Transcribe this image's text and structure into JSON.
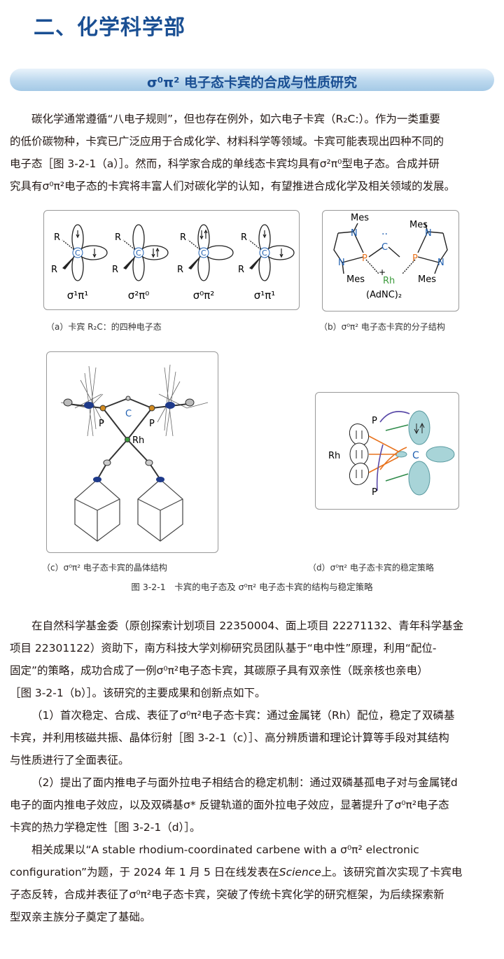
{
  "section": {
    "title": "二、化学科学部"
  },
  "banner": {
    "title": "σ⁰π² 电子态卡宾的合成与性质研究"
  },
  "intro": {
    "line1": "碳化学通常遵循“八电子规则”，但也存在例外，如六电子卡宾（R₂C:）。作为一类重要",
    "line2": "的低价碳物种，卡宾已广泛应用于合成化学、材料科学等领域。卡宾可能表现出四种不同的",
    "line3": "电子态［图 3-2-1（a）］。然而，科学家合成的单线态卡宾均具有σ²π⁰型电子态。合成并研",
    "line4": "究具有σ⁰π²电子态的卡宾将丰富人们对碳化学的认知，有望推进合成化学及相关领域的发展。"
  },
  "figure": {
    "panel_a": {
      "states": [
        "σ¹π¹",
        "σ²π⁰",
        "σ⁰π²",
        "σ¹π¹"
      ],
      "atom_r": "R",
      "atom_c": "C",
      "caption": "（a）卡宾 R₂C：的四种电子态"
    },
    "panel_b": {
      "mes": "Mes",
      "n": "N",
      "p": "P",
      "c": "C",
      "rh": "Rh",
      "plus": "+",
      "lone_pair": "··",
      "ligand": "(AdNC)₂",
      "caption": "（b）σ⁰π² 电子态卡宾的分子结构"
    },
    "panel_c": {
      "p": "P",
      "c": "C",
      "rh": "Rh",
      "caption": "（c）σ⁰π² 电子态卡宾的晶体结构"
    },
    "panel_d": {
      "p": "P",
      "rh": "Rh",
      "c": "C",
      "caption": "（d）σ⁰π² 电子态卡宾的稳定策略"
    },
    "caption": "图 3-2-1　卡宾的电子态及 σ⁰π² 电子态卡宾的结构与稳定策略"
  },
  "body": {
    "p1_line1": "在自然科学基金委（原创探索计划项目 22350004、面上项目 22271132、青年科学基金",
    "p1_line2": "项目 22301122）资助下，南方科技大学刘柳研究员团队基于“电中性”原理，利用“配位-",
    "p1_line3": "固定”的策略，成功合成了一例σ⁰π²电子态卡宾，其碳原子具有双亲性（既亲核也亲电）",
    "p1_line4": "［图 3-2-1（b）］。该研究的主要成果和创新点如下。",
    "p2_line1": "（1）首次稳定、合成、表征了σ⁰π²电子态卡宾：通过金属铑（Rh）配位，稳定了双磷基",
    "p2_line2": "卡宾，并利用核磁共振、晶体衍射［图 3-2-1（c）］、高分辨质谱和理论计算等手段对其结构",
    "p2_line3": "与性质进行了全面表征。",
    "p3_line1": "（2）提出了面内推电子与面外拉电子相结合的稳定机制：通过双磷基孤电子对与金属铑d",
    "p3_line2": "电子的面内推电子效应，以及双磷基σ* 反键轨道的面外拉电子效应，显著提升了σ⁰π²电子态",
    "p3_line3": "卡宾的热力学稳定性［图 3-2-1（d）］。",
    "p4_line1": "相关成果以“A stable rhodium-coordinated carbene with a σ⁰π² electronic",
    "p4_line2a": "configuration”为题，于 2024 年 1 月 5 日在线发表在",
    "p4_journal": "Science",
    "p4_line2b": "上。该研究首次实现了卡宾电",
    "p4_line3": "子态反转，合成并表征了σ⁰π²电子态卡宾，突破了传统卡宾化学的研究框架，为后续探索新",
    "p4_line4": "型双亲主族分子奠定了基础。"
  },
  "colors": {
    "title_blue": "#1a4f93",
    "carbon_blue": "#1f5fb0",
    "phosphorus_orange": "#e8731f",
    "rhodium_green": "#3c9a3c",
    "orbital_teal": "#a8d4d8"
  }
}
